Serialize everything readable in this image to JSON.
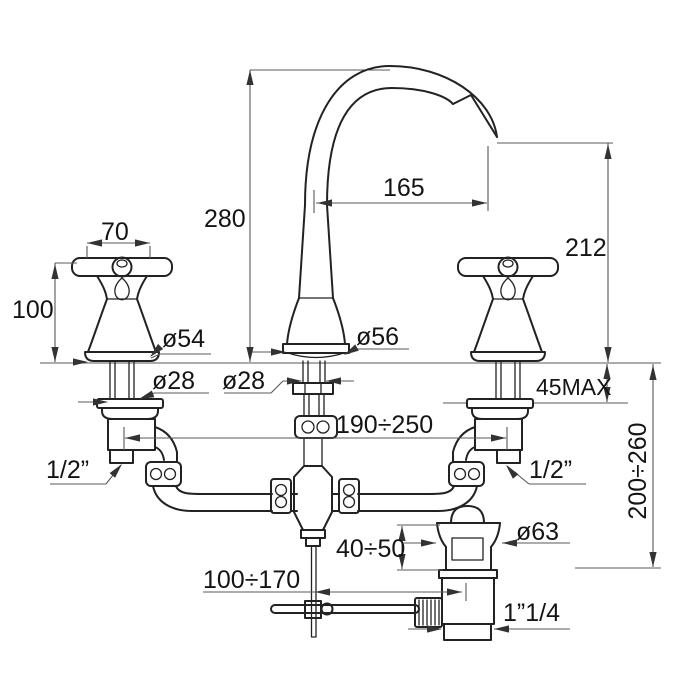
{
  "drawing": {
    "background": "#ffffff",
    "object_line_color": "#222222",
    "dimension_line_color": "#585858",
    "dimensions": {
      "spout_height_above_deck": "280",
      "spout_reach": "165",
      "spout_outlet_height": "212",
      "handle_top_width": "70",
      "handle_height": "100",
      "handle_base_diameter": "ø54",
      "handle_shank_diameter": "ø28",
      "spout_shank_diameter": "ø28",
      "spout_base_diameter": "ø56",
      "max_deck_thickness": "45MAX",
      "inlet_centre_distance": "190÷250",
      "supply_drop_length": "200÷260",
      "left_inlet_thread": "1/2”",
      "right_inlet_thread": "1/2”",
      "waste_top_adjustment": "40÷50",
      "waste_cap_diameter": "ø63",
      "rod_to_waste_distance": "100÷170",
      "waste_outlet_thread": "1”1/4"
    }
  }
}
